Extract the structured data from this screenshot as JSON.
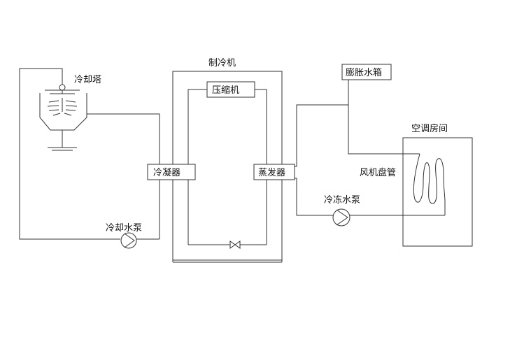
{
  "labels": {
    "cooling_tower": "冷却塔",
    "chiller": "制冷机",
    "compressor": "压缩机",
    "condenser": "冷凝器",
    "evaporator": "蒸发器",
    "expansion_tank": "膨胀水箱",
    "ac_room": "空调房间",
    "fan_coil": "风机盘管",
    "cooling_water_pump": "冷却水泵",
    "chilled_water_pump": "冷冻水泵"
  },
  "colors": {
    "line": "#333333",
    "text": "#111111",
    "background": "#ffffff"
  },
  "icons": [
    "cooling-tower-icon",
    "pump-icon",
    "expansion-valve-icon",
    "ground-icon",
    "fan-coil-icon"
  ]
}
